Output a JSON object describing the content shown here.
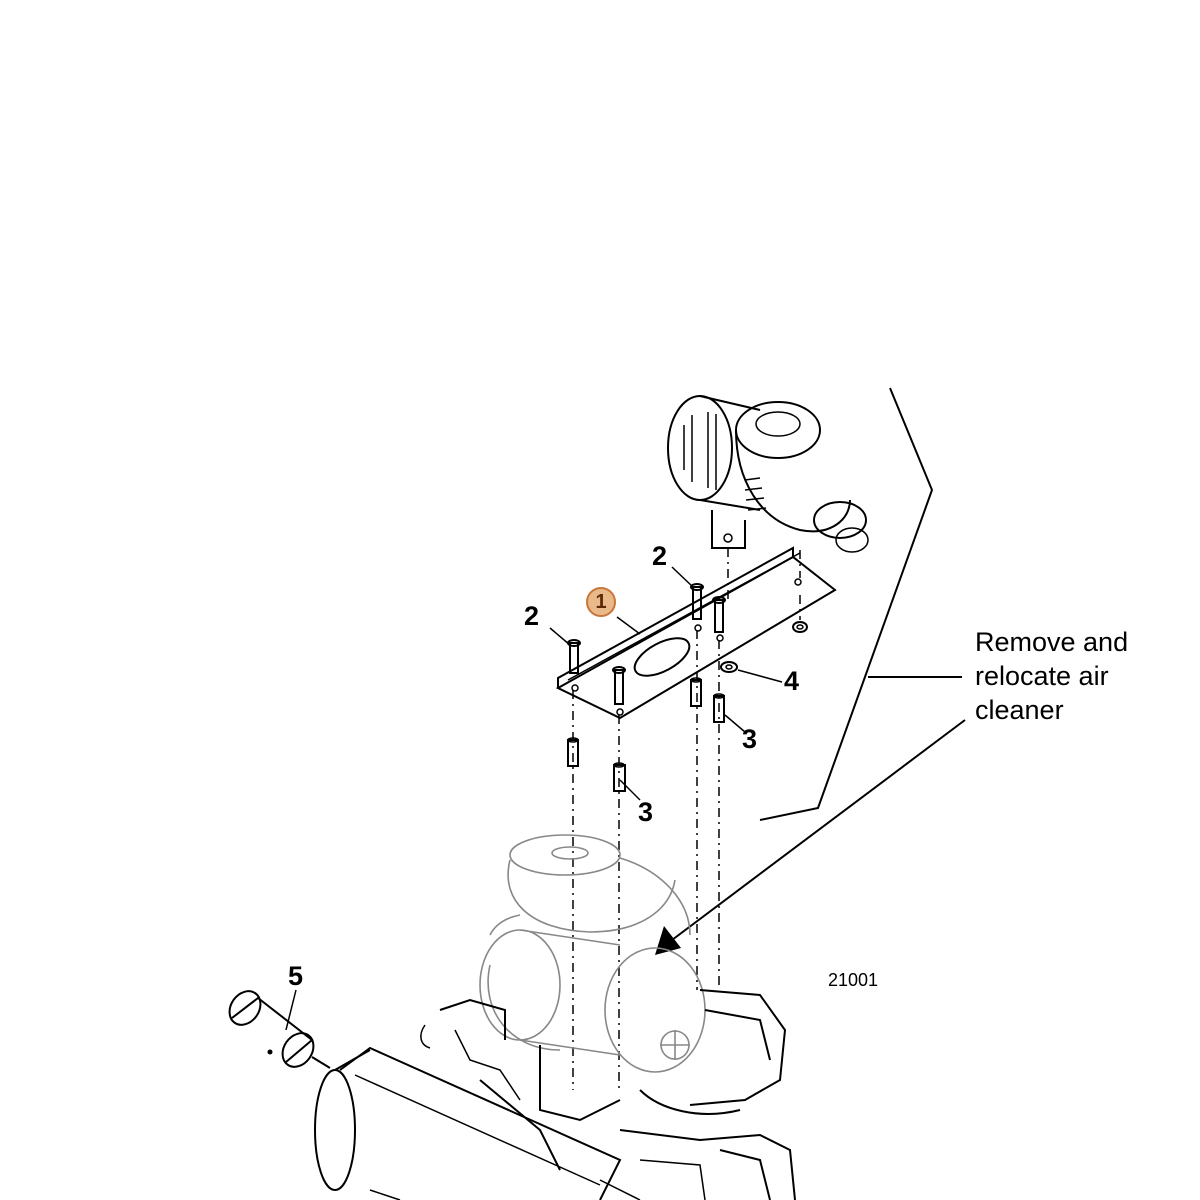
{
  "callouts": {
    "item1": "1",
    "item2a": "2",
    "item2b": "2",
    "item3a": "3",
    "item3b": "3",
    "item4": "4",
    "item5": "5"
  },
  "note": {
    "line1": "Remove and",
    "line2": "relocate air",
    "line3": "cleaner"
  },
  "reference_number": "21001",
  "colors": {
    "badge_fill": "#e9b98a",
    "badge_border": "#c8773a"
  }
}
